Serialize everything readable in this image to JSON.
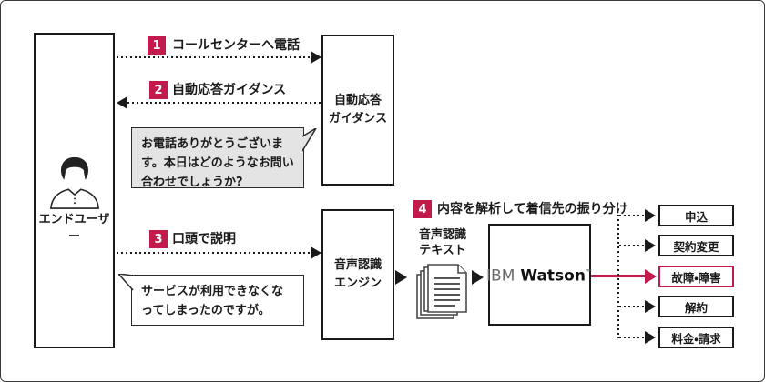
{
  "palette": {
    "accent": "#c11a4b",
    "ink": "#1a1a1a",
    "bubble_gray": "#e4e4e4",
    "ibm_gray": "#6b6b6b"
  },
  "actor": {
    "label": "エンドユーザー"
  },
  "steps": [
    {
      "num": "1",
      "label": "コールセンターへ電話"
    },
    {
      "num": "2",
      "label": "自動応答ガイダンス"
    },
    {
      "num": "3",
      "label": "口頭で説明"
    },
    {
      "num": "4",
      "label": "内容を解析して着信先の振り分け"
    }
  ],
  "nodes": {
    "ivr": {
      "line1": "自動応答",
      "line2": "ガイダンス"
    },
    "asr": {
      "line1": "音声認識",
      "line2": "エンジン"
    },
    "stt": {
      "line1": "音声認識",
      "line2": "テキスト"
    },
    "watson": {
      "brand": "IBM",
      "product": "Watson",
      "tm": "™"
    }
  },
  "bubbles": {
    "ivr": "お電話ありがとうございます。本日はどのようなお問い合わせでしょうか?",
    "user": "サービスが利用できなくなってしまったのですが。"
  },
  "destinations": [
    {
      "label": "申込",
      "highlight": false
    },
    {
      "label": "契約変更",
      "highlight": false
    },
    {
      "label": "故障・障害",
      "highlight": true
    },
    {
      "label": "解約",
      "highlight": false
    },
    {
      "label": "料金・請求",
      "highlight": false
    }
  ]
}
